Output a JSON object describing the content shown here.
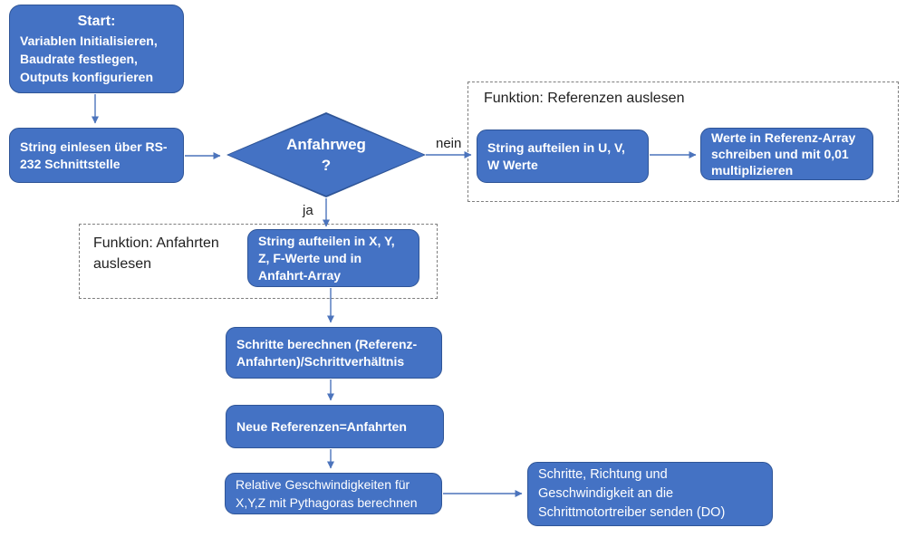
{
  "colors": {
    "background": "#ffffff",
    "node_fill": "#4472C4",
    "node_border": "#2F5597",
    "node_text": "#ffffff",
    "connector": "#4C74BC",
    "group_border": "#7F7F7F",
    "label": "#1F1F1F"
  },
  "nodes": {
    "start": {
      "title": "Start:",
      "lines": [
        "Variablen Initialisieren,",
        "Baudrate festlegen,",
        "Outputs konfigurieren"
      ]
    },
    "read_string": {
      "text": "String einlesen über RS-232 Schnittstelle"
    },
    "decision": {
      "line1": "Anfahrweg",
      "line2": "?"
    },
    "split_uvw": {
      "text": "String aufteilen in U, V, W Werte"
    },
    "write_reference": {
      "text": "Werte in Referenz-Array schreiben und mit 0,01 multiplizieren"
    },
    "split_xyzf": {
      "text": "String aufteilen in X, Y, Z, F-Werte und in Anfahrt-Array"
    },
    "calc_steps": {
      "text": "Schritte berechnen (Referenz-Anfahrten)/Schrittverhältnis"
    },
    "new_reference": {
      "text": "Neue Referenzen=Anfahrten"
    },
    "relative_speed": {
      "text": "Relative Geschwindigkeiten für X,Y,Z mit Pythagoras berechnen"
    },
    "send_steps": {
      "text": "Schritte, Richtung und Geschwindigkeit an die Schrittmotortreiber senden (DO)"
    }
  },
  "groups": {
    "referenzen": {
      "title": "Funktion: Referenzen auslesen"
    },
    "anfahrten": {
      "title": "Funktion: Anfahrten auslesen"
    }
  },
  "edge_labels": {
    "no": "nein",
    "yes": "ja"
  }
}
